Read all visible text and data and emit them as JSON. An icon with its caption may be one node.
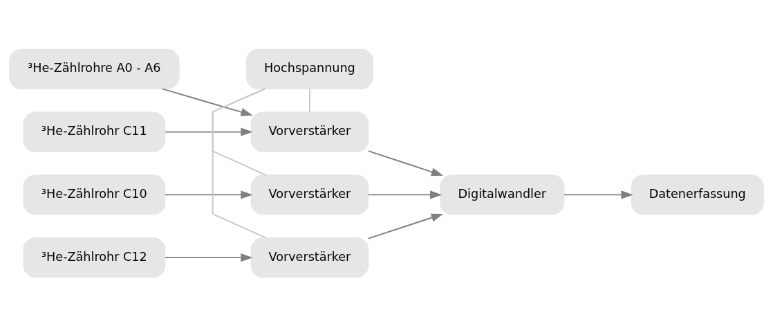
{
  "diagram": {
    "nodes": [
      {
        "text": [
          "³He-Zählrohre A0 - A6"
        ]
      },
      {
        "text": [
          "³He-Zählrohr C11"
        ]
      },
      {
        "text": [
          "³He-Zählrohr C10"
        ]
      },
      {
        "text": [
          "³He-Zählrohr C12"
        ]
      },
      {
        "text": [
          "Hochspannung"
        ]
      },
      {
        "text": [
          "Vorverstärker"
        ]
      },
      {
        "text": [
          "Vorverstärker"
        ]
      },
      {
        "text": [
          "Vorverstärker"
        ]
      },
      {
        "text": [
          "Digitalwandler"
        ]
      },
      {
        "text": [
          "Datenerfassung"
        ]
      }
    ],
    "edges": [
      {
        "from": 0,
        "to": 5,
        "arrow": "to"
      },
      {
        "from": 1,
        "to": 5,
        "arrow": "to"
      },
      {
        "from": 2,
        "to": 6,
        "arrow": "to"
      },
      {
        "from": 3,
        "to": 7,
        "arrow": "to"
      },
      {
        "from": 4,
        "to": 5,
        "arrow": "none",
        "color": "#c8c8c8"
      },
      {
        "from": 4,
        "to": 6,
        "arrow": "none",
        "color": "#c8c8c8"
      },
      {
        "from": 4,
        "to": 7,
        "arrow": "none",
        "color": "#c8c8c8"
      },
      {
        "from": 5,
        "to": 8,
        "arrow": "to"
      },
      {
        "from": 6,
        "to": 8,
        "arrow": "to"
      },
      {
        "from": 7,
        "to": 8,
        "arrow": "to"
      },
      {
        "from": 8,
        "to": 9,
        "arrow": "to"
      }
    ]
  }
}
